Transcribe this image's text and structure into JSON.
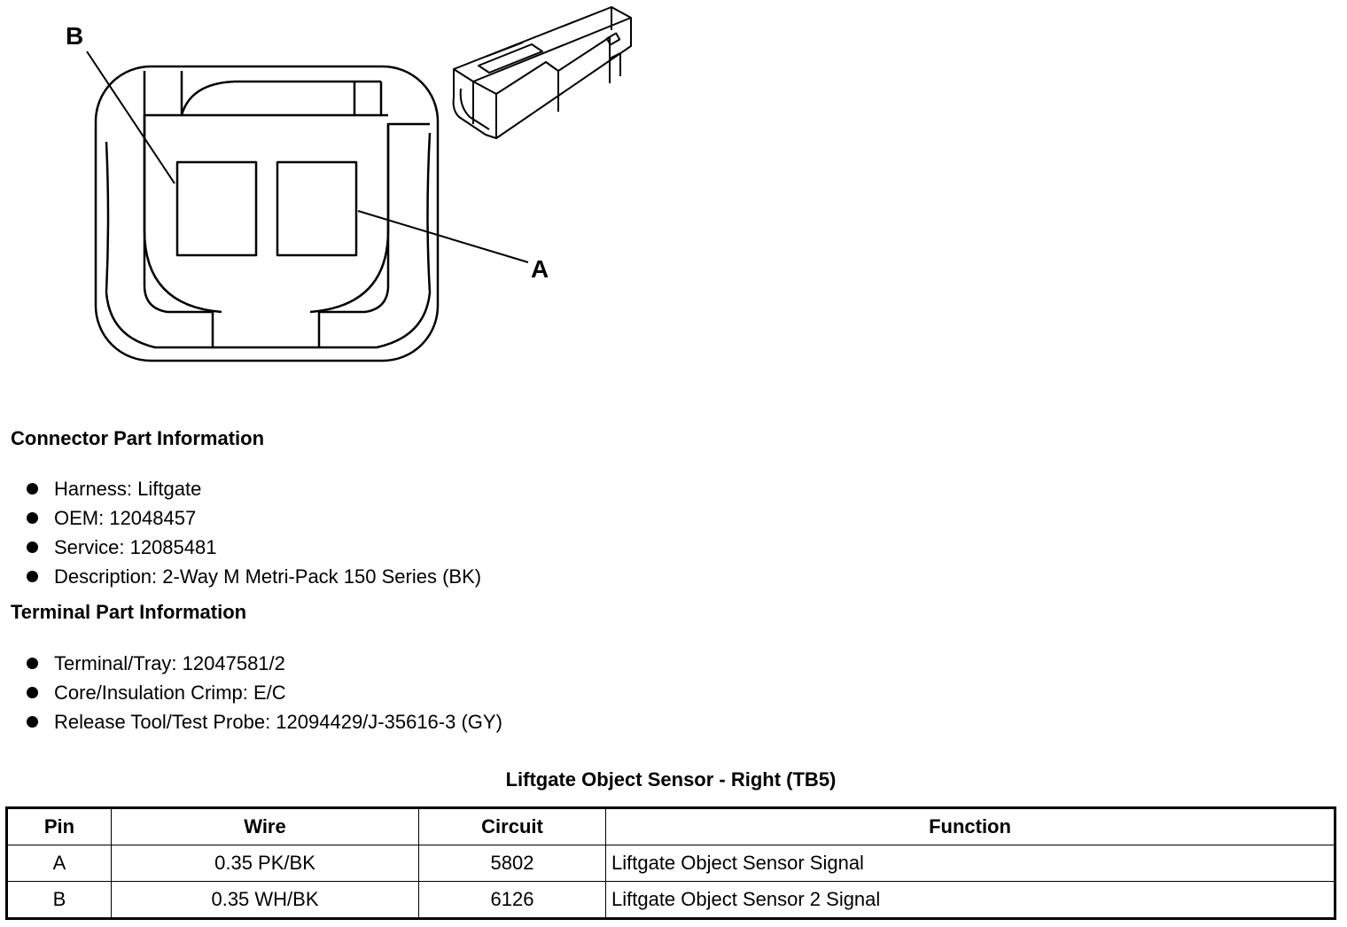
{
  "diagram": {
    "labels": {
      "pin_b": "B",
      "pin_a": "A"
    },
    "line_color": "#000000"
  },
  "connector_section": {
    "heading": "Connector Part Information",
    "items": [
      "Harness: Liftgate",
      "OEM: 12048457",
      "Service: 12085481",
      "Description: 2-Way M Metri-Pack 150 Series (BK)"
    ]
  },
  "terminal_section": {
    "heading": "Terminal Part Information",
    "items": [
      "Terminal/Tray: 12047581/2",
      "Core/Insulation Crimp: E/C",
      "Release Tool/Test Probe: 12094429/J-35616-3 (GY)"
    ]
  },
  "table": {
    "title": "Liftgate Object Sensor - Right (TB5)",
    "headers": [
      "Pin",
      "Wire",
      "Circuit",
      "Function"
    ],
    "rows": [
      [
        "A",
        "0.35 PK/BK",
        "5802",
        "Liftgate Object Sensor Signal"
      ],
      [
        "B",
        "0.35 WH/BK",
        "6126",
        "Liftgate Object Sensor 2 Signal"
      ]
    ]
  }
}
